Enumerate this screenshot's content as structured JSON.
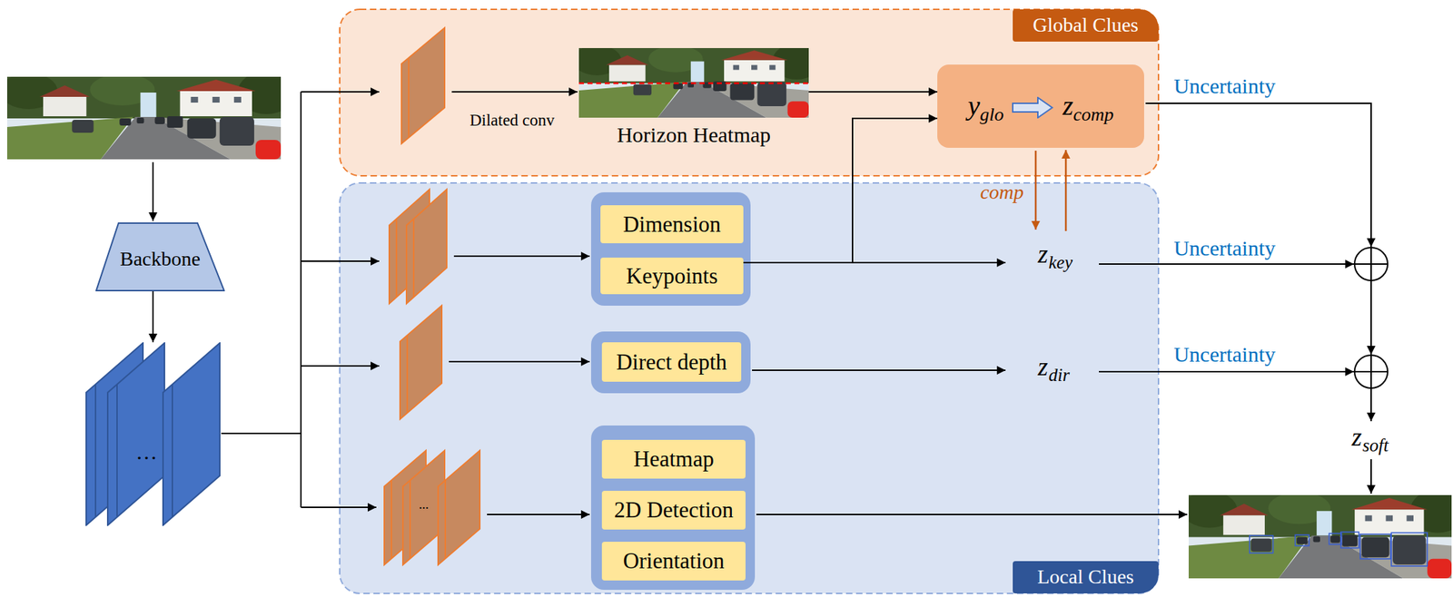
{
  "diagram": {
    "nodes": [
      {
        "text": [
          "Global Clues"
        ]
      },
      {
        "text": [
          "Horizon Heatmap"
        ],
        "in": 0
      },
      {
        "text": [
          "y",
          "glo",
          "z",
          "comp"
        ],
        "in": 0
      },
      {
        "text": [
          "Backbone"
        ]
      },
      {
        "text": [
          "Local Clues"
        ]
      },
      {
        "text": [
          "Dimension"
        ],
        "in": 4
      },
      {
        "text": [
          "Keypoints"
        ],
        "in": 4
      },
      {
        "text": [
          "Direct depth"
        ],
        "in": 4
      },
      {
        "text": [
          "Heatmap"
        ],
        "in": 4
      },
      {
        "text": [
          "2D Detection"
        ],
        "in": 4
      },
      {
        "text": [
          "Orientation"
        ],
        "in": 4
      },
      {
        "text": [
          "…"
        ]
      }
    ],
    "edges": [
      {
        "from": 1,
        "to": 2,
        "arrow": "to"
      },
      {
        "from": 6,
        "to": 2,
        "arrow": "to"
      },
      {
        "from": 3,
        "to": 11,
        "arrow": "to"
      }
    ],
    "labels": [
      "Dilated conv",
      "Uncertainty",
      "comp",
      "z",
      "key",
      "Uncertainty",
      "z",
      "dir",
      "Uncertainty",
      "...",
      "z",
      "soft"
    ]
  }
}
